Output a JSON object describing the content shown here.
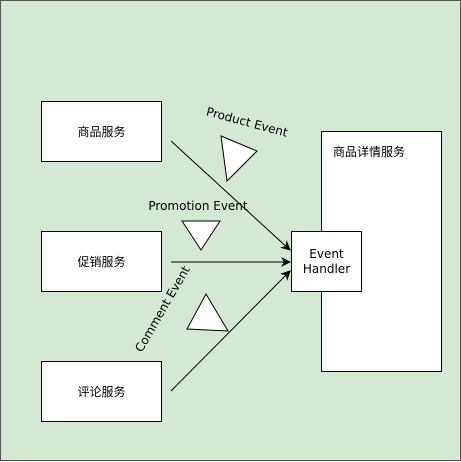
{
  "services": {
    "product": "商品服务",
    "promotion": "促销服务",
    "comment": "评论服务"
  },
  "detail_service": "商品详情服务",
  "handler": {
    "line1": "Event",
    "line2": "Handler"
  },
  "events": {
    "product": "Product Event",
    "promotion": "Promotion Event",
    "comment": "Comment Event"
  },
  "colors": {
    "background": "#d5e8d4",
    "box_fill": "#ffffff",
    "stroke": "#000000"
  }
}
